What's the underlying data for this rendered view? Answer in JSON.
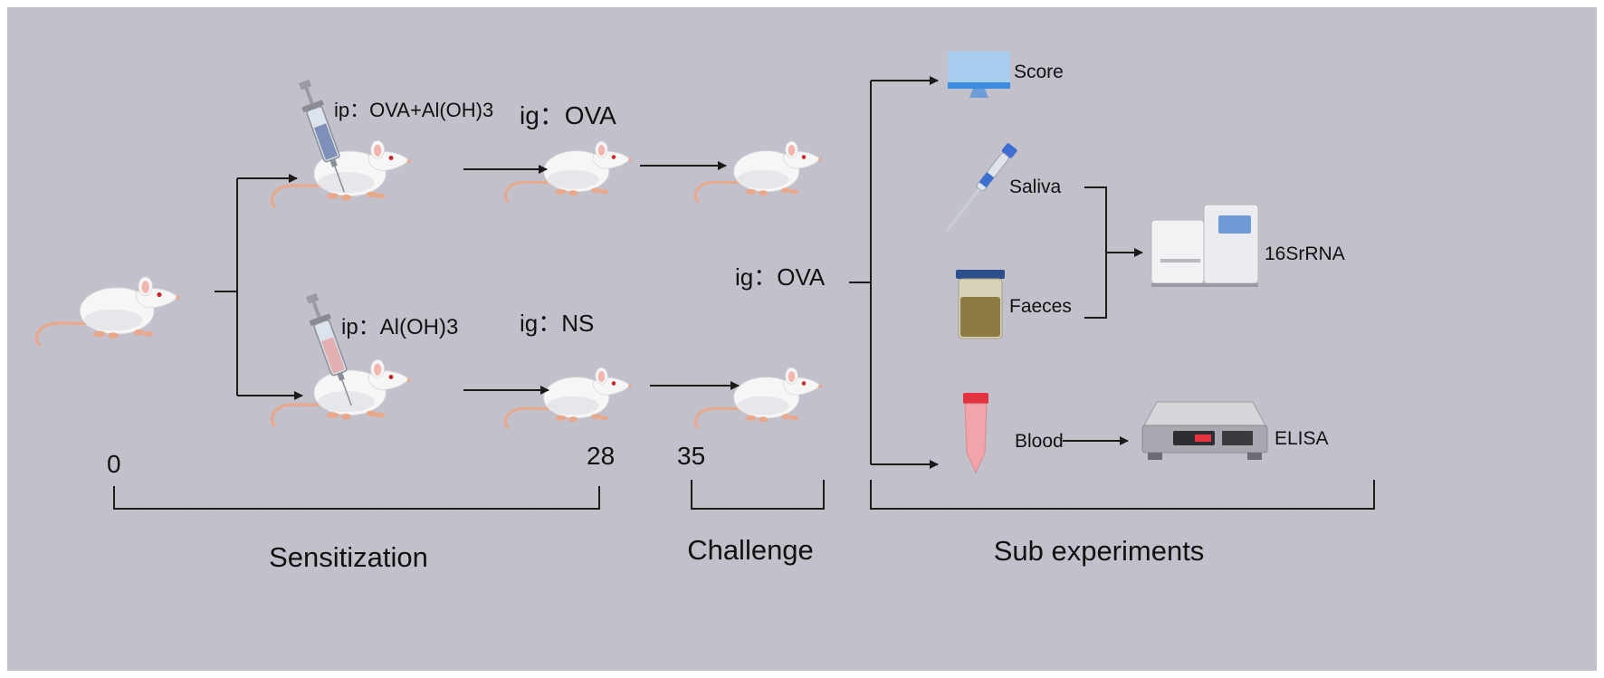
{
  "colors": {
    "background": "#c2c1cb",
    "border": "#ffffff",
    "line": "#1f1a1a",
    "mouse_body": "#f6f6f6",
    "mouse_shade": "#e0e0e4",
    "mouse_tail": "#e8a88c",
    "monitor": "#a8cdef",
    "tube_cap": "#e33240",
    "tube_body": "#f2a4aa",
    "faeces": "#8e7a45",
    "jar_lid": "#2b4f8a",
    "device": "#e6e6ea",
    "screen": "#6e9bd6"
  },
  "labels": {
    "ip_top": "ip：OVA+Al(OH)3",
    "ig_top": "ig：OVA",
    "ip_bottom": "ip：Al(OH)3",
    "ig_bottom": "ig：NS",
    "ig_challenge": "ig：OVA",
    "score": "Score",
    "saliva": "Saliva",
    "faeces": "Faeces",
    "rrna": "16SrRNA",
    "blood": "Blood",
    "elisa": "ELISA",
    "day0": "0",
    "day28": "28",
    "day35": "35",
    "sensitization": "Sensitization",
    "challenge": "Challenge",
    "sub_experiments": "Sub experiments"
  },
  "icons": {
    "mouse": "mouse-icon",
    "syringe": "syringe-icon",
    "monitor": "monitor-icon",
    "pipette": "pipette-icon",
    "faeces_jar": "faeces-jar-icon",
    "blood_tube": "blood-tube-icon",
    "sequencer": "sequencer-icon",
    "elisa_reader": "elisa-reader-icon"
  }
}
